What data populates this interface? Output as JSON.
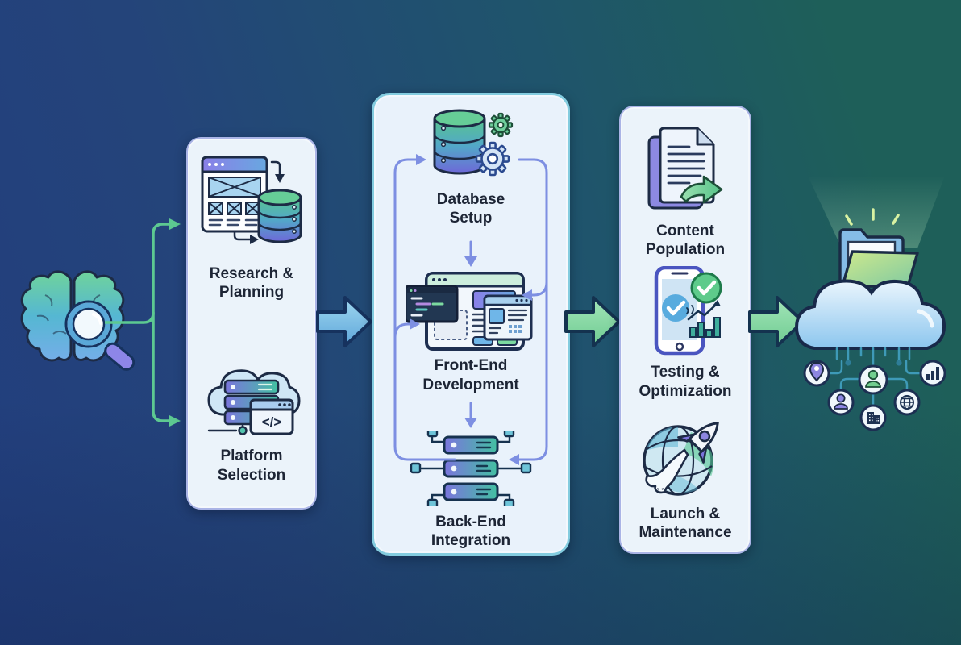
{
  "source": {
    "icon": "brain-magnifying-glass-icon"
  },
  "cards": [
    {
      "id": "planning-card",
      "steps": [
        {
          "icon": "wireframe-database-icon",
          "label": "Research &\nPlanning"
        },
        {
          "icon": "cloud-servers-code-icon",
          "label": "Platform\nSelection"
        }
      ]
    },
    {
      "id": "development-card",
      "steps": [
        {
          "icon": "database-gears-icon",
          "label": "Database\nSetup"
        },
        {
          "icon": "browser-windows-icon",
          "label": "Front-End\nDevelopment"
        },
        {
          "icon": "server-nodes-icon",
          "label": "Back-End\nIntegration"
        }
      ]
    },
    {
      "id": "deployment-card",
      "steps": [
        {
          "icon": "documents-export-icon",
          "label": "Content\nPopulation"
        },
        {
          "icon": "mobile-testing-icon",
          "label": "Testing &\nOptimization"
        },
        {
          "icon": "globe-rocket-icon",
          "label": "Launch &\nMaintenance"
        }
      ]
    }
  ],
  "output": {
    "icon": "cloud-folder-upload-icon",
    "satellite_icons": [
      "location-pin-icon",
      "user-purple-icon",
      "user-green-icon",
      "building-icon",
      "globe-icon",
      "bar-chart-icon"
    ]
  },
  "colors": {
    "background_left": "#223e7e",
    "background_right": "#1e5f59",
    "card_background": "#ebf3fa",
    "card_border_cyan": "#83ccdf",
    "card_border_purple": "#aab4e6",
    "arrow_blue": "#7fc3e6",
    "arrow_green": "#83daa4",
    "connector_green": "#5dc991",
    "connector_purple": "#7d8fe2",
    "label_text": "#1d2535"
  }
}
